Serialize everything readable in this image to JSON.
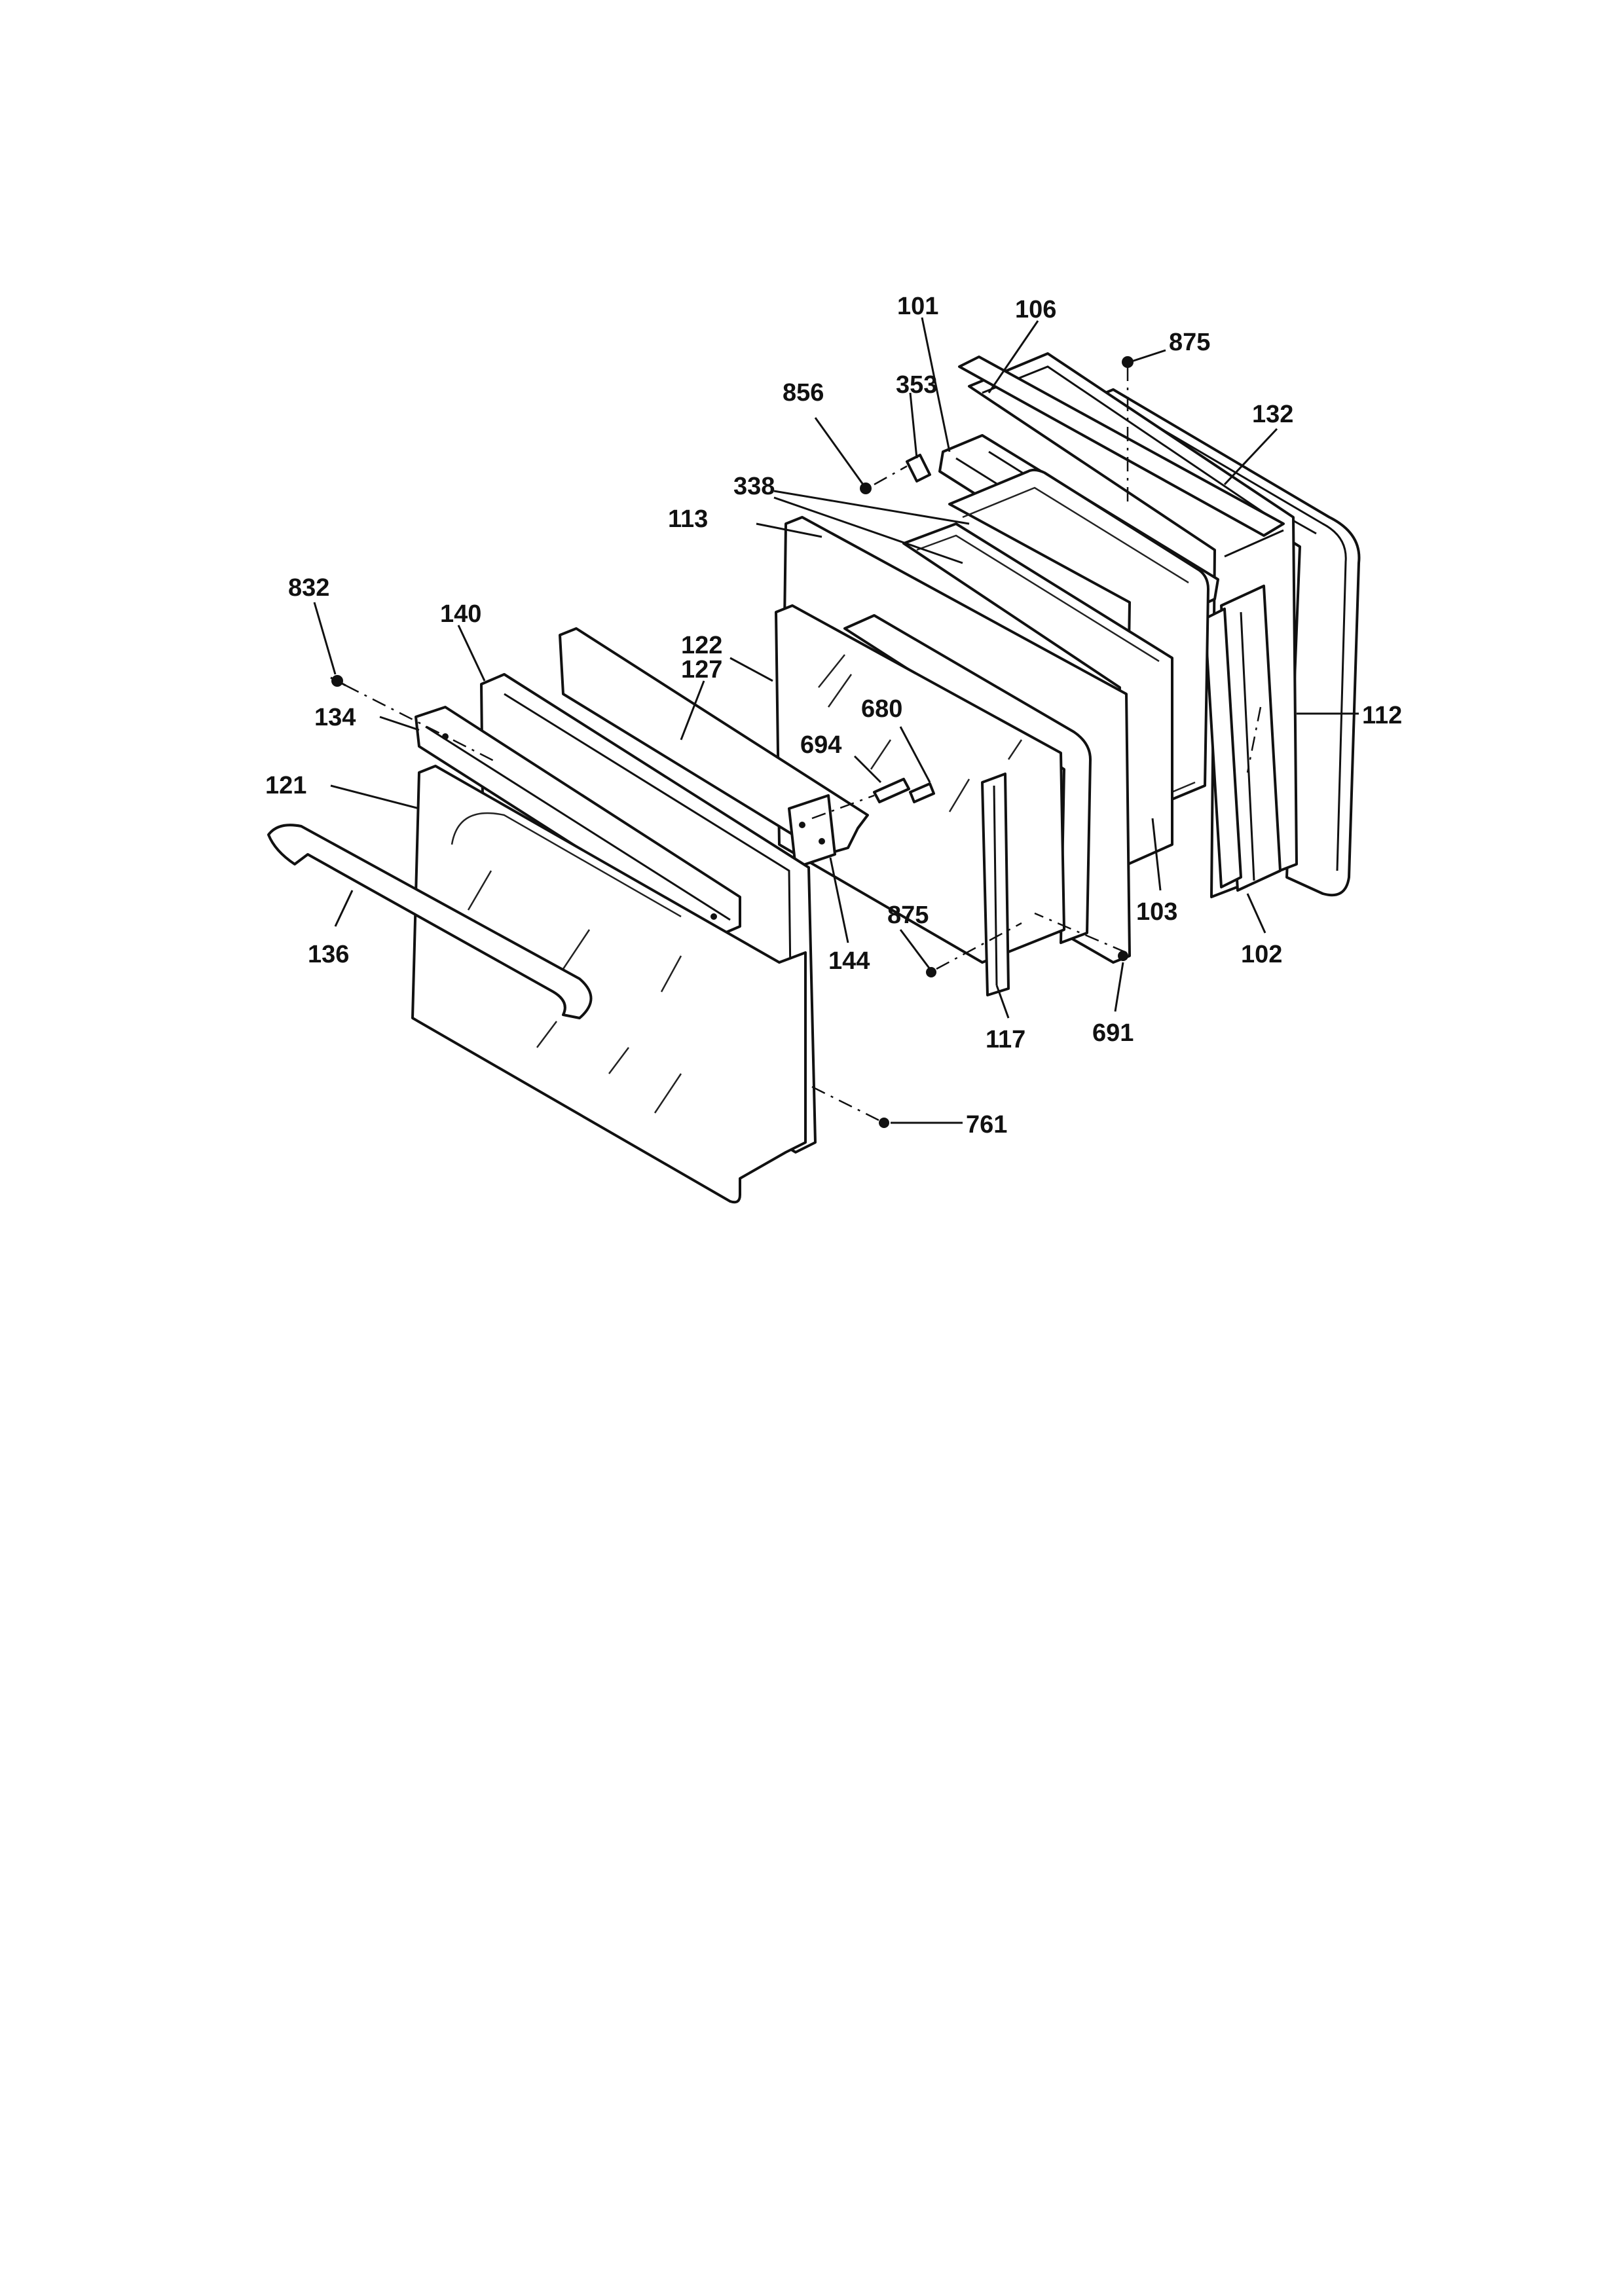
{
  "callouts": [
    {
      "id": "101",
      "text": "101"
    },
    {
      "id": "106",
      "text": "106"
    },
    {
      "id": "875a",
      "text": "875"
    },
    {
      "id": "856",
      "text": "856"
    },
    {
      "id": "353",
      "text": "353"
    },
    {
      "id": "132",
      "text": "132"
    },
    {
      "id": "338",
      "text": "338"
    },
    {
      "id": "113",
      "text": "113"
    },
    {
      "id": "832",
      "text": "832"
    },
    {
      "id": "140",
      "text": "140"
    },
    {
      "id": "122",
      "text": "122"
    },
    {
      "id": "127",
      "text": "127"
    },
    {
      "id": "680",
      "text": "680"
    },
    {
      "id": "694",
      "text": "694"
    },
    {
      "id": "134",
      "text": "134"
    },
    {
      "id": "112",
      "text": "112"
    },
    {
      "id": "121",
      "text": "121"
    },
    {
      "id": "103",
      "text": "103"
    },
    {
      "id": "875b",
      "text": "875"
    },
    {
      "id": "144",
      "text": "144"
    },
    {
      "id": "102",
      "text": "102"
    },
    {
      "id": "136",
      "text": "136"
    },
    {
      "id": "691",
      "text": "691"
    },
    {
      "id": "117",
      "text": "117"
    },
    {
      "id": "761",
      "text": "761"
    }
  ]
}
